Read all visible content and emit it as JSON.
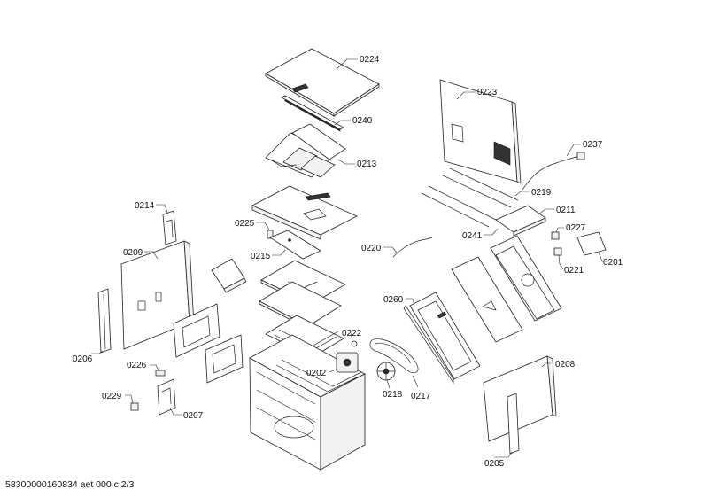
{
  "diagram": {
    "labels": {
      "p0224": "0224",
      "p0223": "0223",
      "p0240": "0240",
      "p0213": "0213",
      "p0237": "0237",
      "p0219": "0219",
      "p0211": "0211",
      "p0241": "0241",
      "p0214": "0214",
      "p0225": "0225",
      "p0220": "0220",
      "p0227": "0227",
      "p0209": "0209",
      "p0215": "0215",
      "p0221": "0221",
      "p0201": "0201",
      "p0260": "0260",
      "p0222": "0222",
      "p0206": "0206",
      "p0226": "0226",
      "p0202": "0202",
      "p0208": "0208",
      "p0218": "0218",
      "p0217": "0217",
      "p0229": "0229",
      "p0207": "0207",
      "p0205": "0205"
    }
  },
  "footer": {
    "doc_id": "58300000160834 aet 000 c 2/3"
  }
}
